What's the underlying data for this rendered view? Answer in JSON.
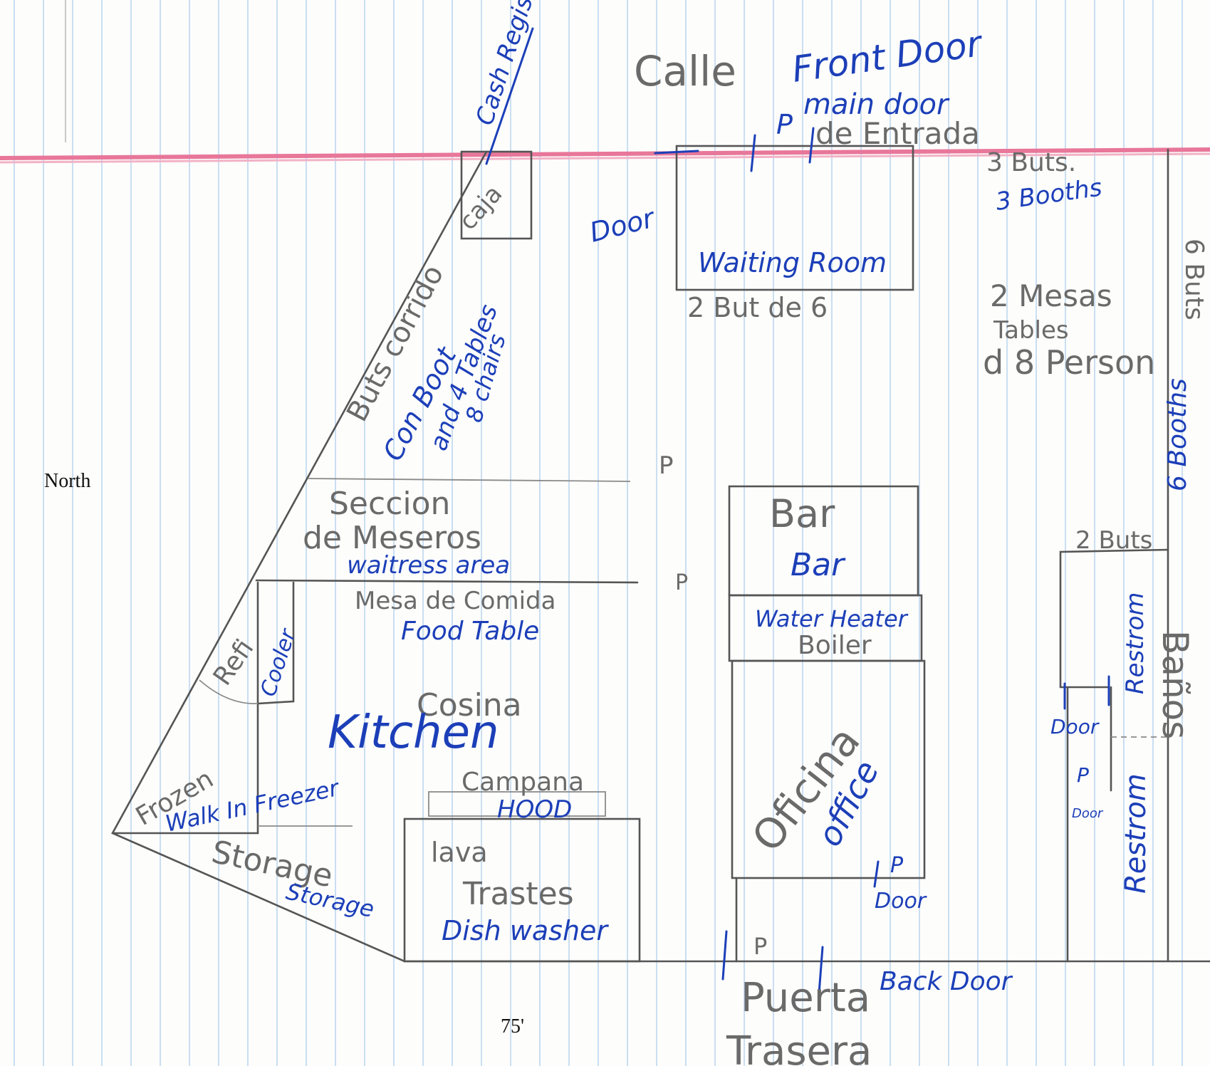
{
  "labels": {
    "calle": "Calle",
    "front_door": "Front Door",
    "main_door": "main door",
    "p_front": "P",
    "de_entrada": "de Entrada",
    "cash_register": "Cash Register",
    "caja": "caja",
    "door_front": "Door",
    "waiting_room": "Waiting Room",
    "dos_but_de_6": "2 But de 6",
    "tres_buts": "3 Buts.",
    "tres_booths": "3 Booths",
    "dos_mesas": "2 Mesas",
    "tables_right": "Tables",
    "d_8_person": "d 8 Person",
    "six_buts": "6 Buts",
    "six_booths": "6 Booths",
    "buts_corrido": "Buts corrido",
    "con_boot": "Con Boot",
    "and_4_tables": "and 4 Tables",
    "eight_chairs": "8 chairs",
    "p_mid_1": "P",
    "p_mid_2": "P",
    "seccion": "Seccion",
    "de_meseros": "de Meseros",
    "waitress_area": "waitress area",
    "bar_pencil": "Bar",
    "bar_ink": "Bar",
    "water_heater": "Water Heater",
    "boiler": "Boiler",
    "mesa_de_comida": "Mesa de Comida",
    "food_table": "Food Table",
    "refi": "Refi",
    "cooler": "Cooler",
    "cosina": "Cosina",
    "kitchen": "Kitchen",
    "frozen": "Frozen",
    "walk_in_freezer": "Walk In Freezer",
    "campana": "Campana",
    "hood": "HOOD",
    "storage_pencil": "Storage",
    "storage_ink": "Storage",
    "lava": "lava",
    "trastes": "Trastes",
    "dish_washer": "Dish washer",
    "oficina": "Oficina",
    "office": "office",
    "p_office": "P",
    "door_office": "Door",
    "two_buts_right": "2 Buts",
    "restroom_1": "Restrom",
    "banos": "Baños",
    "door_restroom": "Door",
    "p_restroom": "P",
    "door_small": "Door",
    "restroom_2": "Restrom",
    "p_back": "P",
    "puerta": "Puerta",
    "trasera": "Trasera",
    "back_door": "Back Door"
  },
  "annotations": {
    "north": "North",
    "dimension": "75'"
  }
}
